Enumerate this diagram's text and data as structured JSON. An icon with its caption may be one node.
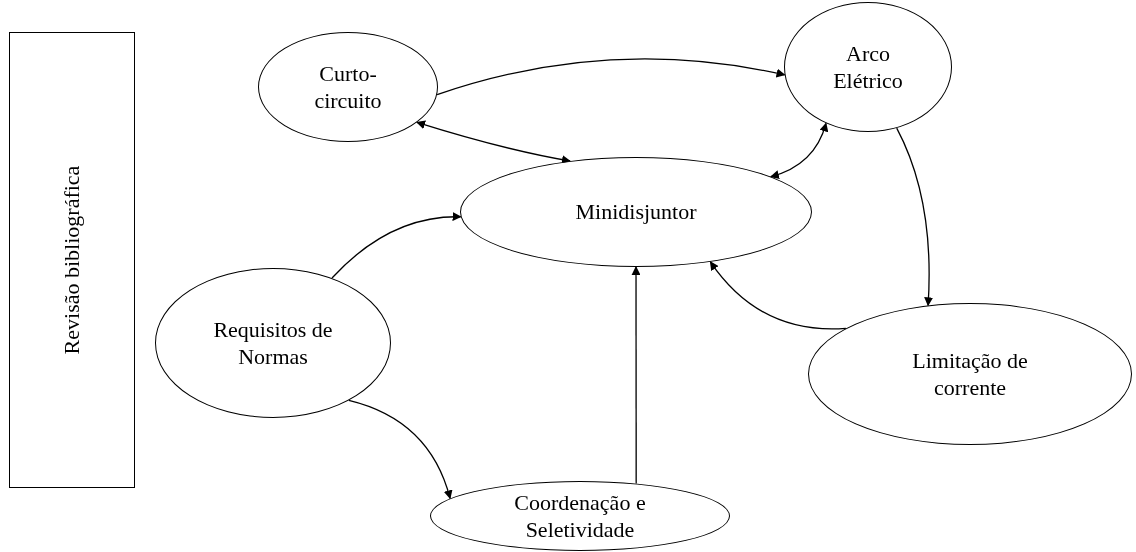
{
  "diagram": {
    "nodes": [
      {
        "text": [
          "Revisão bibliográfica"
        ]
      },
      {
        "text": [
          "Curto-circuito"
        ]
      },
      {
        "text": [
          "Arco Elétrico"
        ]
      },
      {
        "text": [
          "Minidisjuntor"
        ]
      },
      {
        "text": [
          "Requisitos de Normas"
        ]
      },
      {
        "text": [
          "Coordenação e Seletividade"
        ]
      },
      {
        "text": [
          "Limitação de corrente"
        ]
      }
    ],
    "edges": [
      {
        "from": 1,
        "to": 2,
        "arrow": "to"
      },
      {
        "from": 1,
        "to": 3,
        "arrow": "both"
      },
      {
        "from": 2,
        "to": 3,
        "arrow": "both"
      },
      {
        "from": 2,
        "to": 6,
        "arrow": "to"
      },
      {
        "from": 6,
        "to": 3,
        "arrow": "to"
      },
      {
        "from": 4,
        "to": 3,
        "arrow": "to"
      },
      {
        "from": 4,
        "to": 5,
        "arrow": "to"
      },
      {
        "from": 5,
        "to": 3,
        "arrow": "to"
      }
    ]
  }
}
